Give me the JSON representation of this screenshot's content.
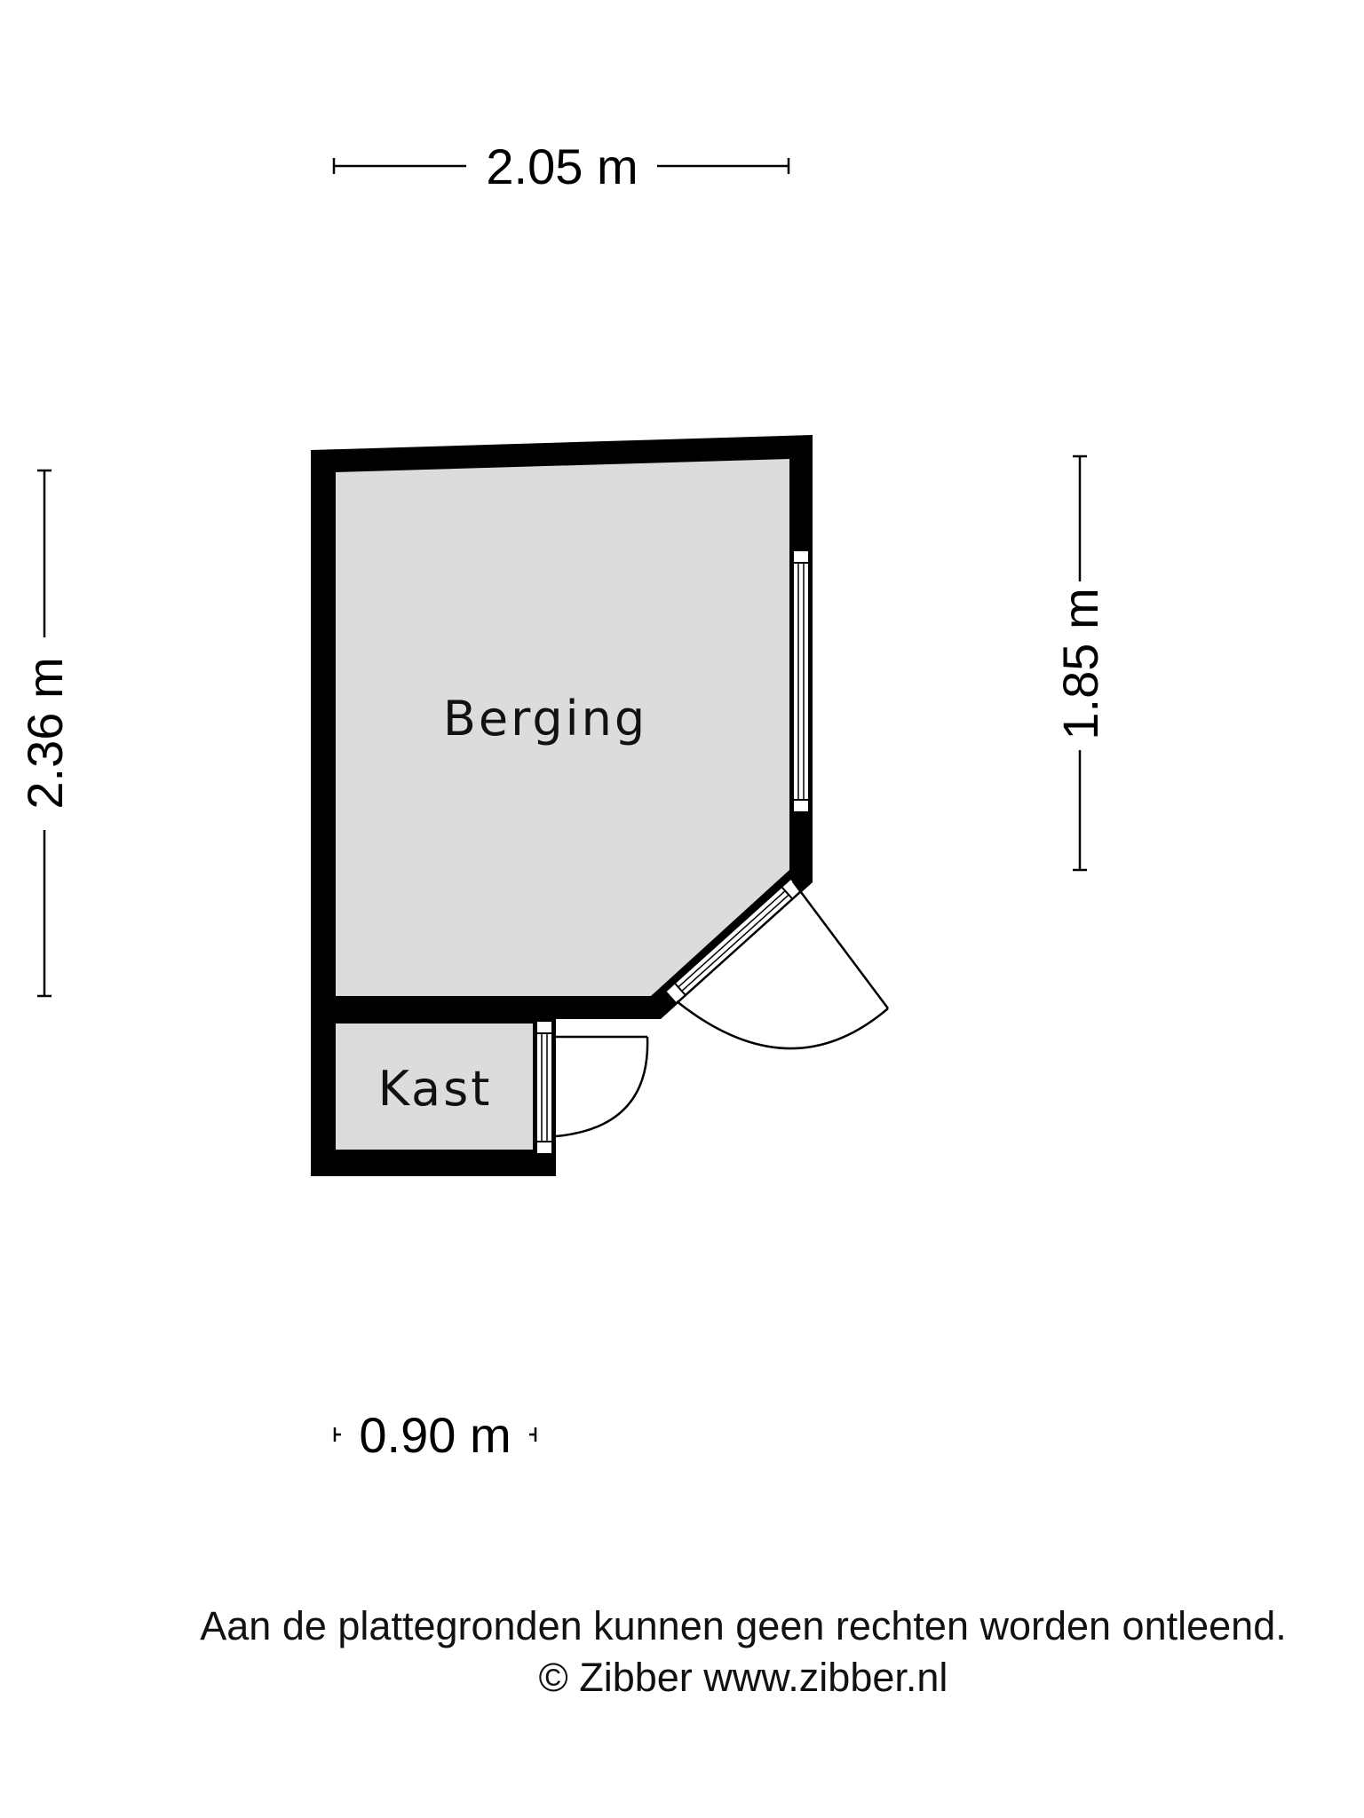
{
  "dimensions": {
    "top_width": "2.05 m",
    "left_height": "2.36 m",
    "right_height": "1.85 m",
    "bottom_width": "0.90 m"
  },
  "rooms": {
    "main": "Berging",
    "closet": "Kast"
  },
  "footer": {
    "disclaimer": "Aan de plattegronden kunnen geen rechten worden ontleend.",
    "copyright": "© Zibber www.zibber.nl"
  },
  "colors": {
    "wall": "#000000",
    "floor": "#dcdcdc",
    "background": "#ffffff"
  }
}
